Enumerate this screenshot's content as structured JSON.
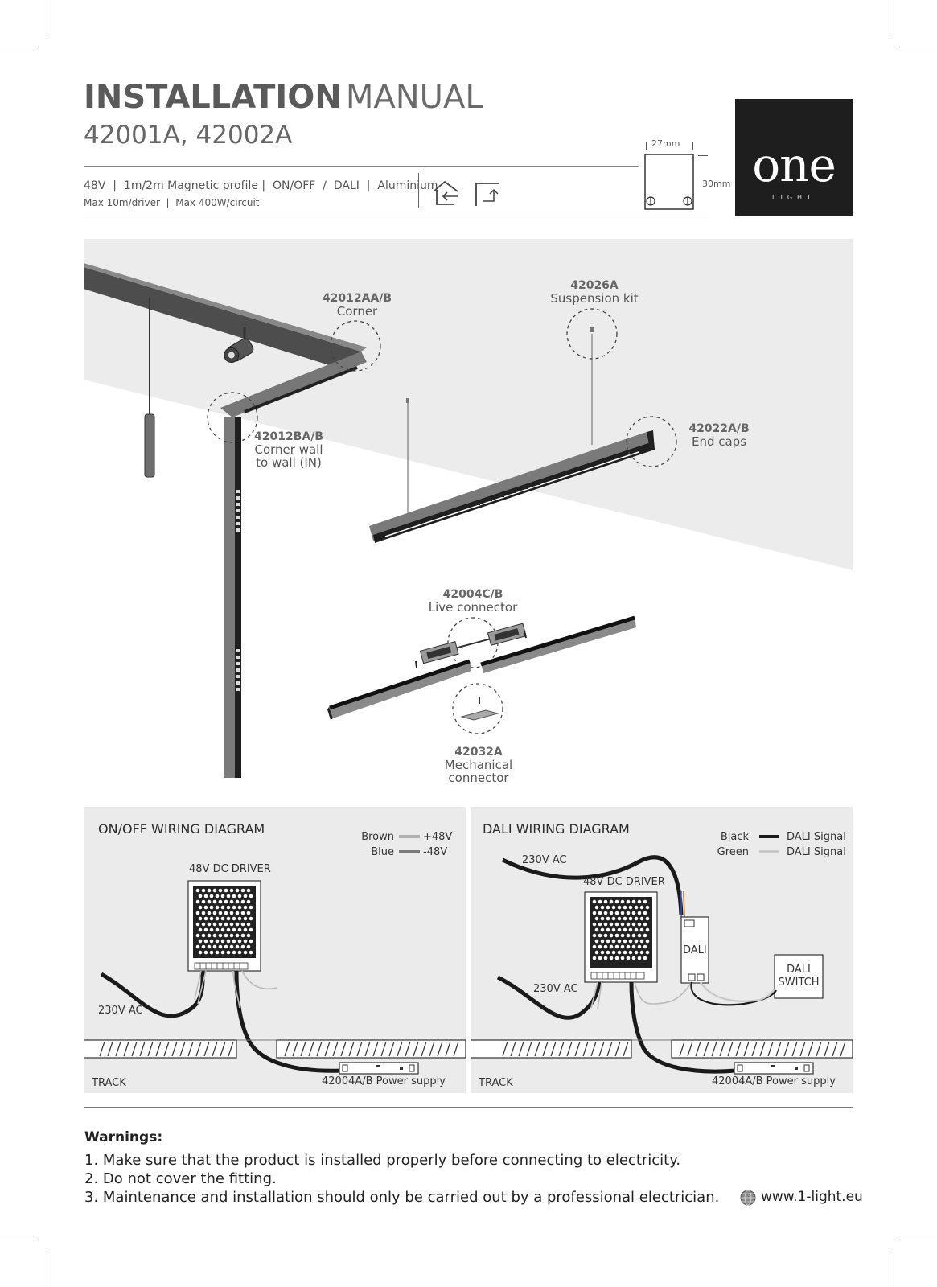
{
  "header": {
    "title_bold": "INSTALLATION",
    "title_light": "MANUAL",
    "models": "42001A, 42002A",
    "spec_line1": "48V  |  1m/2m Magnetic profile |  ON/OFF  /  DALI  |  Aluminium",
    "spec_line2": "Max 10m/driver  |  Max 400W/circuit",
    "dim_width": "27mm",
    "dim_height": "30mm",
    "icons": [
      "indoor-house-icon",
      "surface-mount-icon"
    ]
  },
  "logo": {
    "word": "one",
    "sub": "LIGHT"
  },
  "callouts": {
    "corner": {
      "code": "42012AA/B",
      "label": "Corner"
    },
    "suspension": {
      "code": "42026A",
      "label": "Suspension kit"
    },
    "corner_wall": {
      "code": "42012BA/B",
      "label1": "Corner wall",
      "label2": "to wall (IN)"
    },
    "end_caps": {
      "code": "42022A/B",
      "label": "End caps"
    },
    "live_connector": {
      "code": "42004C/B",
      "label": "Live connector"
    },
    "mechanical": {
      "code": "42032A",
      "label1": "Mechanical",
      "label2": "connector"
    }
  },
  "onoff": {
    "title": "ON/OFF WIRING DIAGRAM",
    "legend": [
      {
        "name": "Brown",
        "value": "+48V",
        "color": "#b0b0b0"
      },
      {
        "name": "Blue",
        "value": "-48V",
        "color": "#7a7a7a"
      }
    ],
    "driver": "48V DC DRIVER",
    "ac": "230V AC",
    "track": "TRACK",
    "psu": "42004A/B Power supply"
  },
  "dali": {
    "title": "DALI WIRING DIAGRAM",
    "legend": [
      {
        "name": "Black",
        "value": "DALI Signal",
        "color": "#1a1a1a"
      },
      {
        "name": "Green",
        "value": "DALI Signal",
        "color": "#c8c8c8"
      }
    ],
    "ac_top": "230V AC",
    "driver": "48V DC DRIVER",
    "dali_box": "DALI",
    "switch1": "DALI",
    "switch2": "SWITCH",
    "ac": "230V AC",
    "track": "TRACK",
    "psu": "42004A/B Power supply"
  },
  "warnings": {
    "title": "Warnings:",
    "items": [
      "1. Make sure that the product is installed properly before connecting to electricity.",
      "2. Do not cover the fitting.",
      "3. Maintenance and installation should only be carried out by a professional electrician."
    ]
  },
  "footer": {
    "website": "www.1-light.eu",
    "globe_icon": "globe-icon"
  }
}
